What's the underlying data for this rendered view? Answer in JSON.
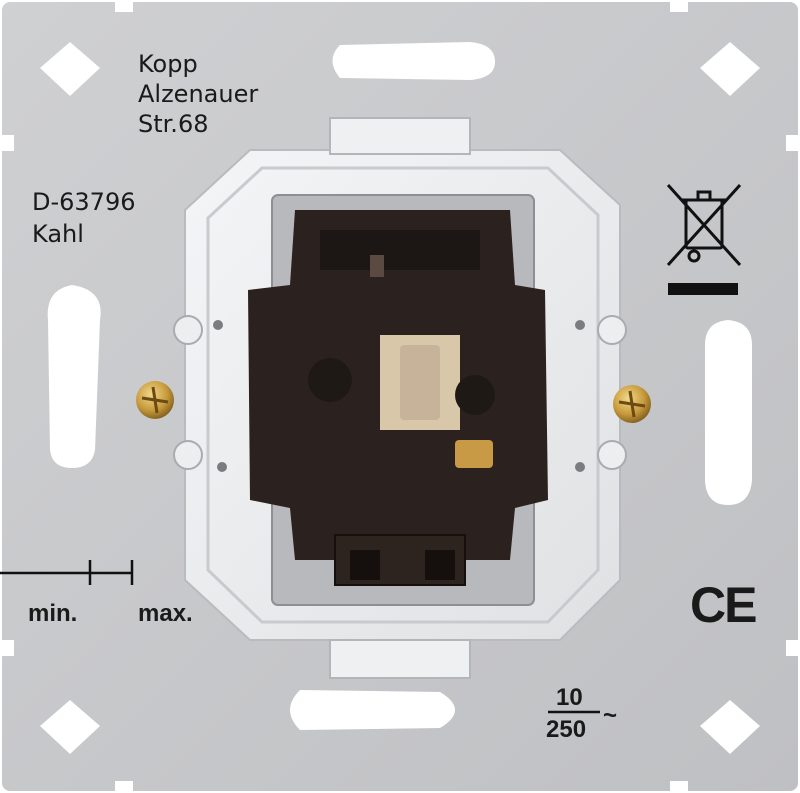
{
  "manufacturer": {
    "name": "Kopp",
    "street": "Alzenauer",
    "number": "Str.68",
    "postcode": "D-63796",
    "city": "Kahl"
  },
  "strip_gauge": {
    "min_label": "min.",
    "max_label": "max."
  },
  "marks": {
    "ce": "CE",
    "weee_icon": "crossed-out-wheelie-bin-icon"
  },
  "rating": {
    "current": "10",
    "voltage": "250",
    "ac_symbol": "~"
  },
  "colors": {
    "plate": "#c9cacc",
    "frame": "#eceef0",
    "mechanism": "#2a211e",
    "screw": "#c9a24a"
  }
}
